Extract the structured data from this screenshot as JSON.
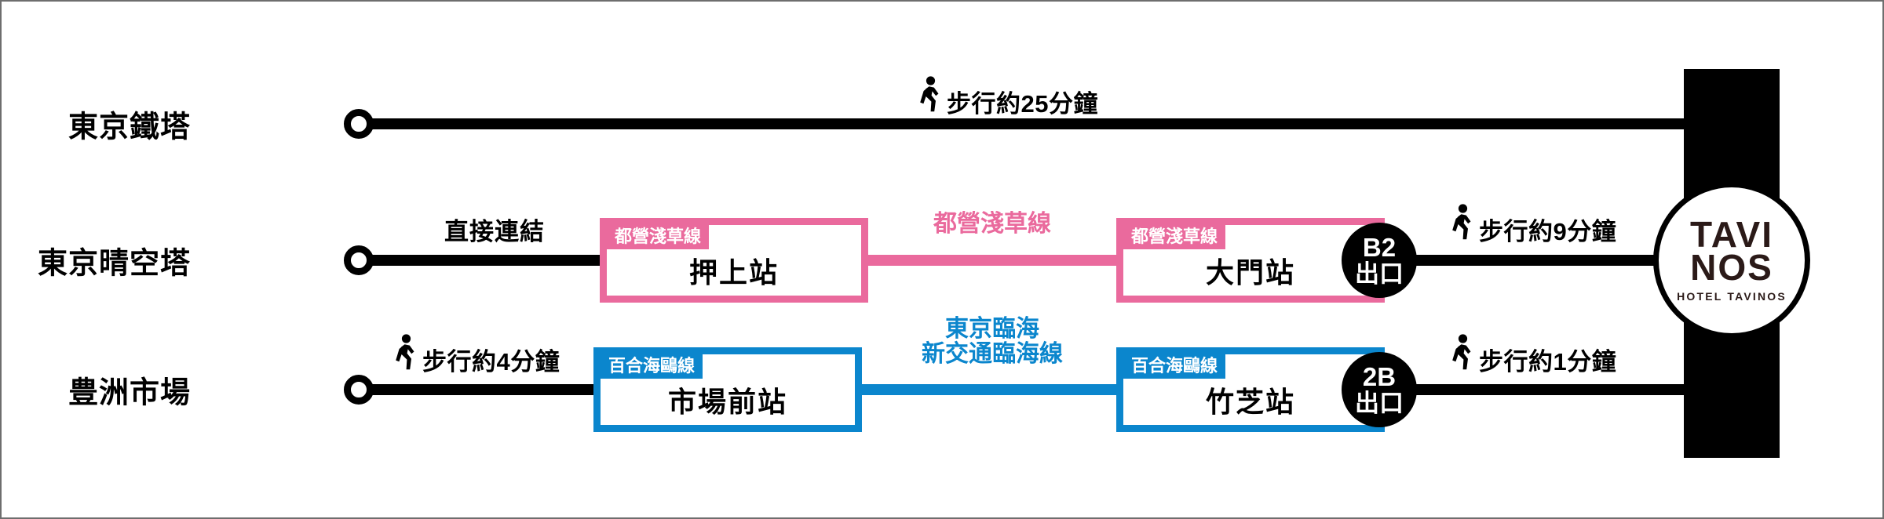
{
  "diagram": {
    "title": "HOTEL TAVINOS access route diagram",
    "colors": {
      "pink_line": "#ea6a9d",
      "blue_line": "#0b86cd",
      "black": "#000000",
      "white": "#ffffff",
      "border": "#6e6e6e"
    }
  },
  "routes": [
    {
      "origin": "東京鐵塔",
      "walk": {
        "icon": "pedestrian-icon",
        "text": "步行約25分鐘"
      }
    },
    {
      "origin": "東京晴空塔",
      "note": "直接連結",
      "from_station": {
        "line": "都營淺草線",
        "name": "押上站"
      },
      "mid_line": "都營淺草線",
      "to_station": {
        "line": "都營淺草線",
        "name": "大門站"
      },
      "exit": {
        "code": "B2",
        "word": "出口"
      },
      "walk": {
        "icon": "pedestrian-icon",
        "text": "步行約9分鐘"
      }
    },
    {
      "origin": "豊洲市場",
      "walk_start": {
        "icon": "pedestrian-icon",
        "text": "步行約4分鐘"
      },
      "from_station": {
        "line": "百合海鷗線",
        "name": "市場前站"
      },
      "mid_line_1": "東京臨海",
      "mid_line_2": "新交通臨海線",
      "to_station": {
        "line": "百合海鷗線",
        "name": "竹芝站"
      },
      "exit": {
        "code": "2B",
        "word": "出口"
      },
      "walk": {
        "icon": "pedestrian-icon",
        "text": "步行約1分鐘"
      }
    }
  ],
  "destination": {
    "logo_line1": "TAVI",
    "logo_line2": "NOS",
    "logo_sub": "HOTEL TAVINOS"
  }
}
